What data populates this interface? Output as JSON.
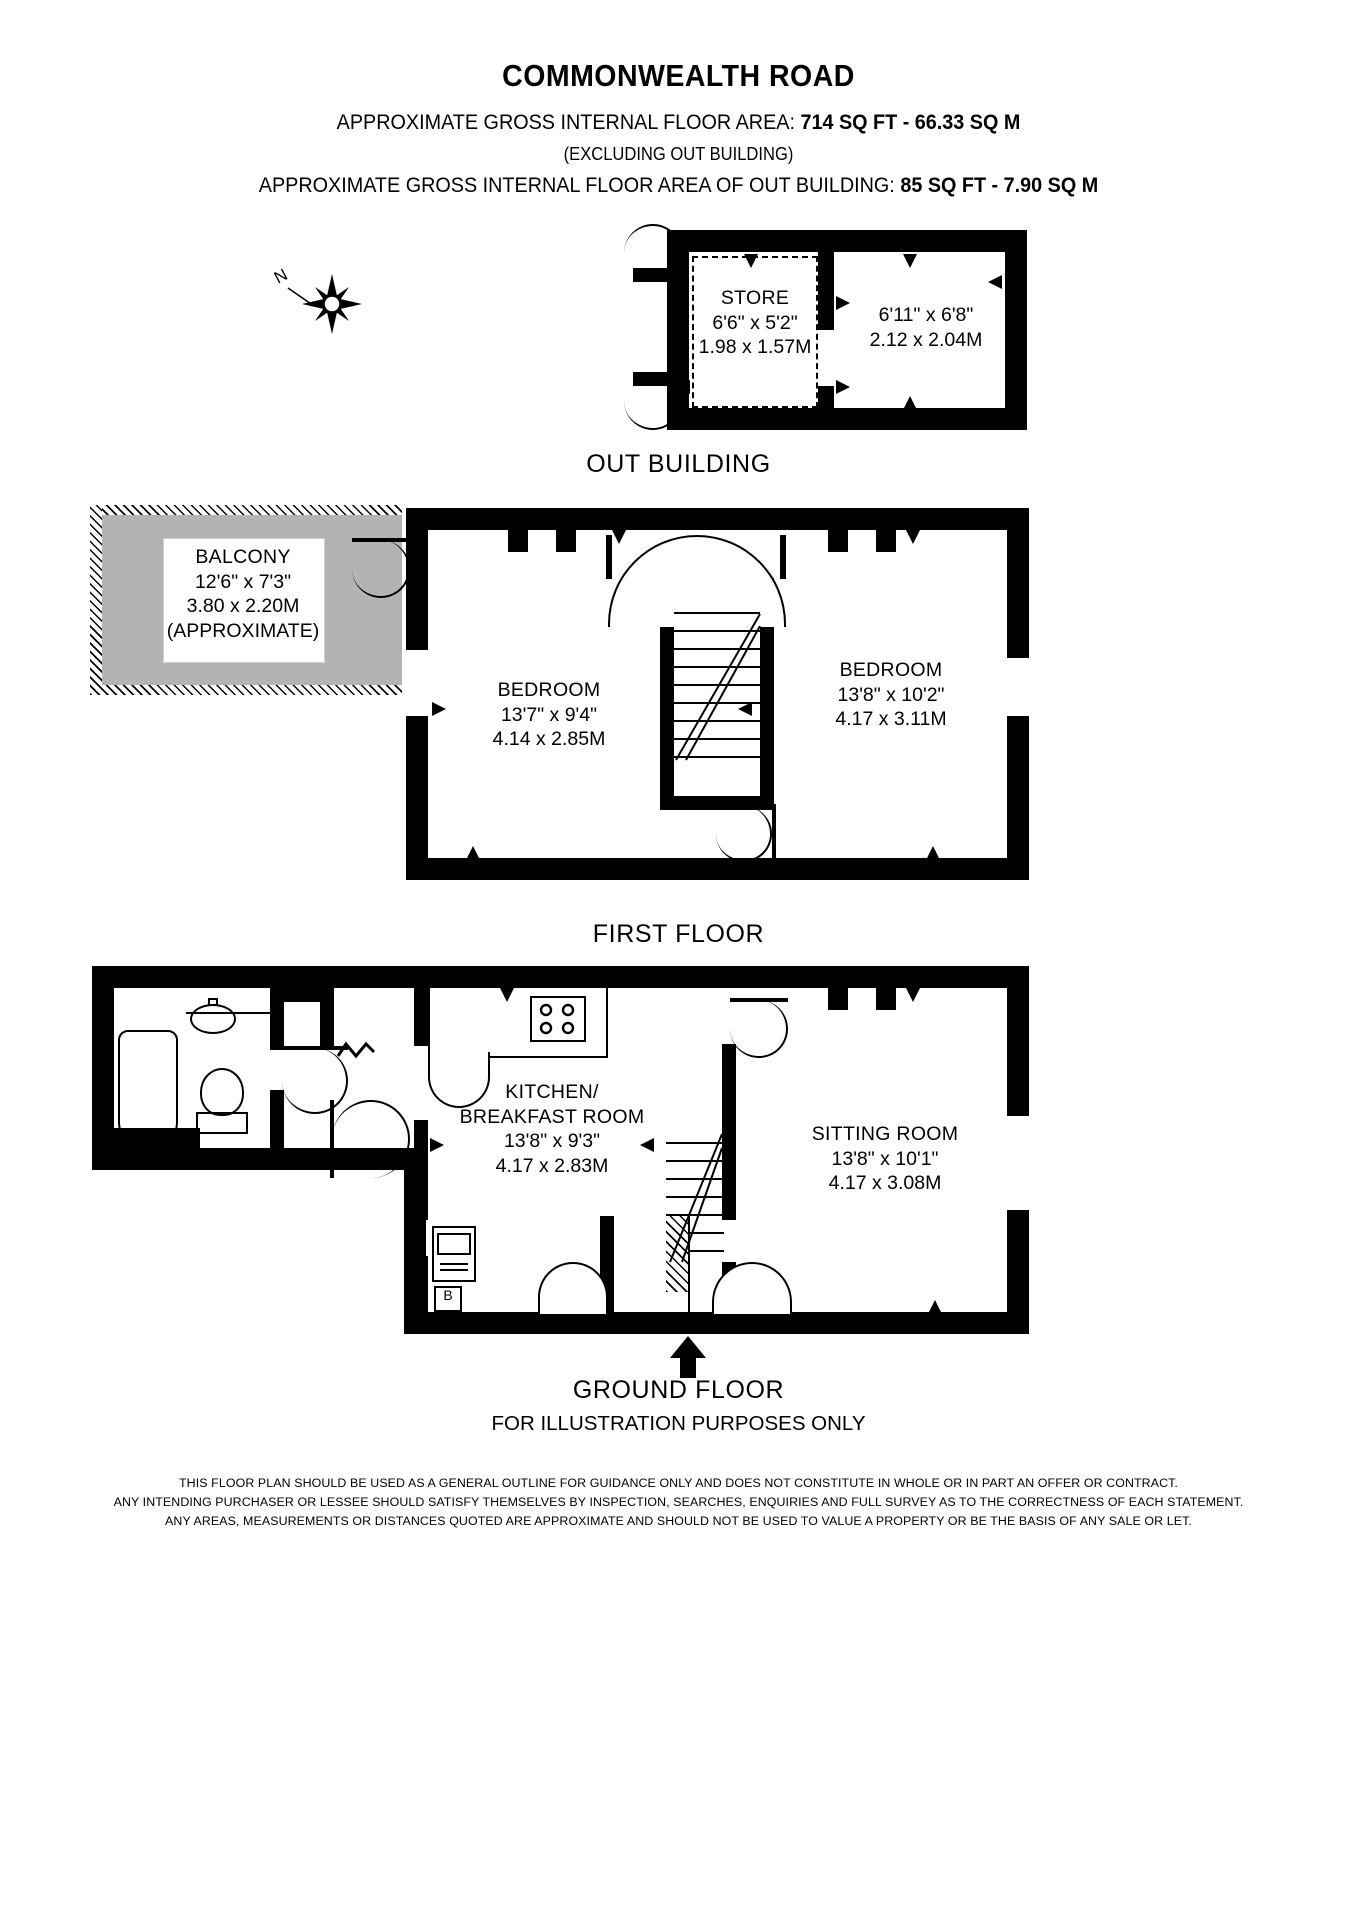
{
  "header": {
    "title": "COMMONWEALTH ROAD",
    "area_line_label": "APPROXIMATE GROSS INTERNAL FLOOR AREA:",
    "area_line_value": "714 SQ FT  -  66.33 SQ M",
    "excluding_note": "(EXCLUDING OUT BUILDING)",
    "outbuilding_line_label": "APPROXIMATE GROSS INTERNAL FLOOR AREA OF OUT BUILDING:",
    "outbuilding_line_value": "85 SQ FT  -  7.90 SQ M"
  },
  "compass": {
    "north_letter": "N"
  },
  "out_building": {
    "caption": "OUT BUILDING",
    "rooms": [
      {
        "name": "STORE",
        "imperial": "6'6\" x 5'2\"",
        "metric": "1.98 x 1.57M"
      },
      {
        "name": "",
        "imperial": "6'11\" x 6'8\"",
        "metric": "2.12 x 2.04M"
      }
    ]
  },
  "first_floor": {
    "caption": "FIRST FLOOR",
    "balcony": {
      "name": "BALCONY",
      "imperial": "12'6\" x 7'3\"",
      "metric": "3.80 x 2.20M",
      "note": "(APPROXIMATE)"
    },
    "rooms": [
      {
        "name": "BEDROOM",
        "imperial": "13'7\" x 9'4\"",
        "metric": "4.14 x 2.85M"
      },
      {
        "name": "BEDROOM",
        "imperial": "13'8\" x 10'2\"",
        "metric": "4.17 x 3.11M"
      }
    ]
  },
  "ground_floor": {
    "caption": "GROUND FLOOR",
    "illustration_note": "FOR ILLUSTRATION PURPOSES ONLY",
    "boiler_label": "B",
    "rooms": [
      {
        "name_line1": "KITCHEN/",
        "name_line2": "BREAKFAST ROOM",
        "imperial": "13'8\" x 9'3\"",
        "metric": "4.17 x 2.83M"
      },
      {
        "name_line1": "SITTING ROOM",
        "name_line2": "",
        "imperial": "13'8\" x 10'1\"",
        "metric": "4.17 x 3.08M"
      }
    ]
  },
  "legal": {
    "line1": "THIS FLOOR PLAN SHOULD BE USED AS A GENERAL OUTLINE FOR GUIDANCE ONLY AND DOES NOT CONSTITUTE IN WHOLE OR IN PART AN OFFER OR CONTRACT.",
    "line2": "ANY INTENDING PURCHASER OR LESSEE SHOULD SATISFY THEMSELVES BY INSPECTION, SEARCHES, ENQUIRIES AND FULL SURVEY AS TO THE CORRECTNESS OF EACH STATEMENT.",
    "line3": "ANY AREAS, MEASUREMENTS OR DISTANCES QUOTED ARE APPROXIMATE AND SHOULD NOT BE USED TO VALUE A PROPERTY OR BE THE BASIS OF ANY SALE OR LET."
  },
  "colors": {
    "ink": "#000000",
    "balcony_fill": "#b3b3b3",
    "paper": "#ffffff"
  }
}
